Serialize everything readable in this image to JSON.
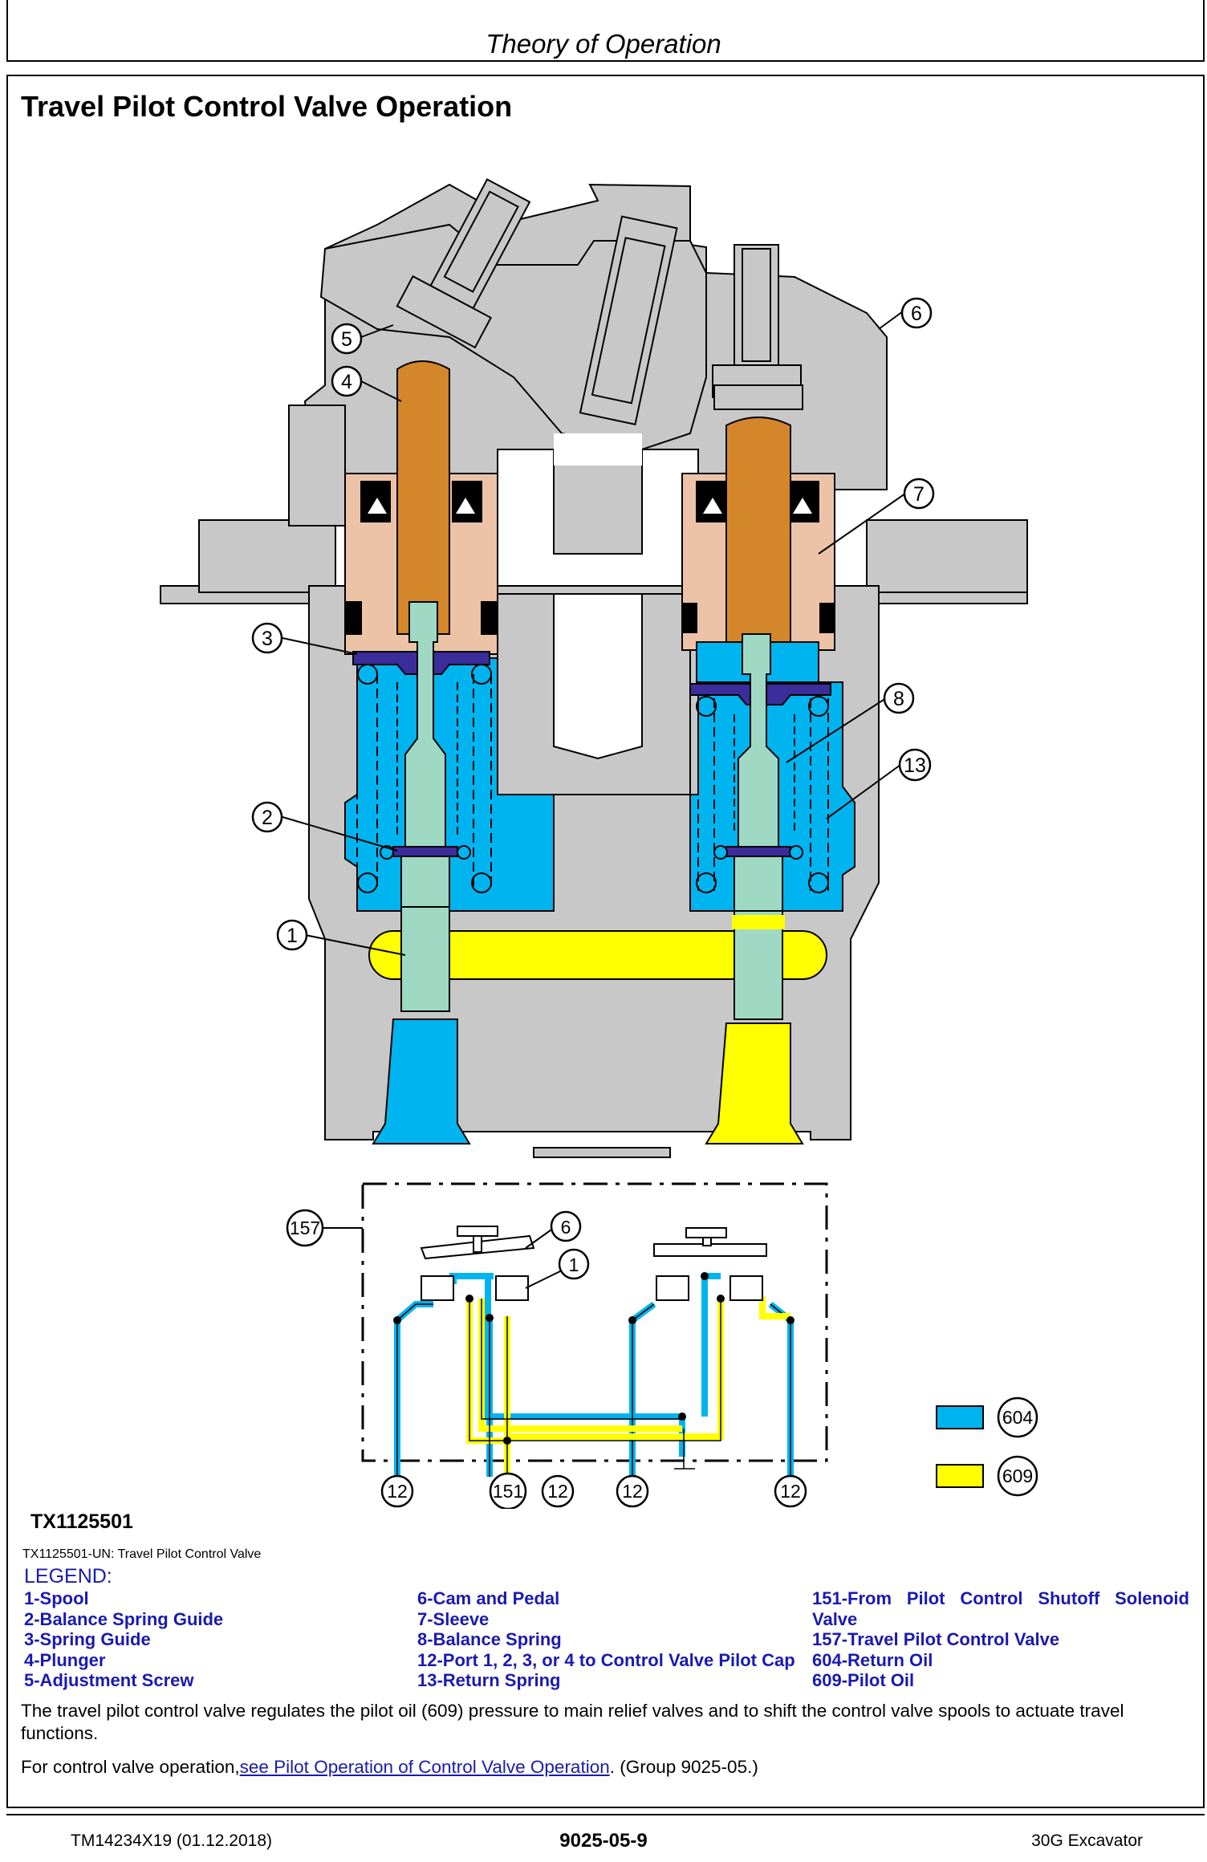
{
  "header": {
    "title": "Theory of Operation"
  },
  "section": {
    "title": "Travel Pilot Control Valve Operation"
  },
  "figure": {
    "callouts": [
      "1",
      "2",
      "3",
      "4",
      "5",
      "6",
      "7",
      "8",
      "13"
    ],
    "schematic_callouts": [
      "157",
      "6",
      "1",
      "12",
      "151",
      "12",
      "12",
      "12"
    ],
    "key": [
      {
        "label": "604",
        "color": "#00b4f0"
      },
      {
        "label": "609",
        "color": "#ffff00"
      }
    ],
    "id": "TX1125501",
    "caption": "TX1125501-UN: Travel Pilot Control Valve"
  },
  "legend": {
    "heading": "LEGEND:",
    "col1": [
      "1-Spool",
      "2-Balance Spring Guide",
      "3-Spring Guide",
      "4-Plunger",
      "5-Adjustment Screw"
    ],
    "col2": [
      "6-Cam and Pedal",
      "7-Sleeve",
      "8-Balance Spring",
      "12-Port 1, 2, 3, or 4 to Control Valve Pilot Cap",
      "13-Return Spring"
    ],
    "col3_line1": [
      "151-From",
      "Pilot",
      "Control",
      "Shutoff",
      "Solenoid"
    ],
    "col3": [
      "Valve",
      "157-Travel Pilot Control Valve",
      "604-Return Oil",
      "609-Pilot Oil"
    ]
  },
  "body": {
    "p1": "The travel pilot control valve regulates the pilot oil (609) pressure to main relief valves and to shift the control valve spools to actuate travel functions.",
    "p2_prefix": "For control valve operation,",
    "p2_link": "see Pilot Operation of Control Valve Operation",
    "p2_suffix": ". (Group 9025-05.)"
  },
  "footer": {
    "left": "TM14234X19 (01.12.2018)",
    "center": "9025-05-9",
    "right": "30G Excavator"
  },
  "colors": {
    "housing": "#c8c8c8",
    "return_oil": "#00b4f0",
    "pilot_oil": "#ffff00",
    "plunger": "#d4862a",
    "sleeve": "#edc3a8",
    "spool": "#9fd9c4",
    "guide": "#3b2d9a"
  }
}
